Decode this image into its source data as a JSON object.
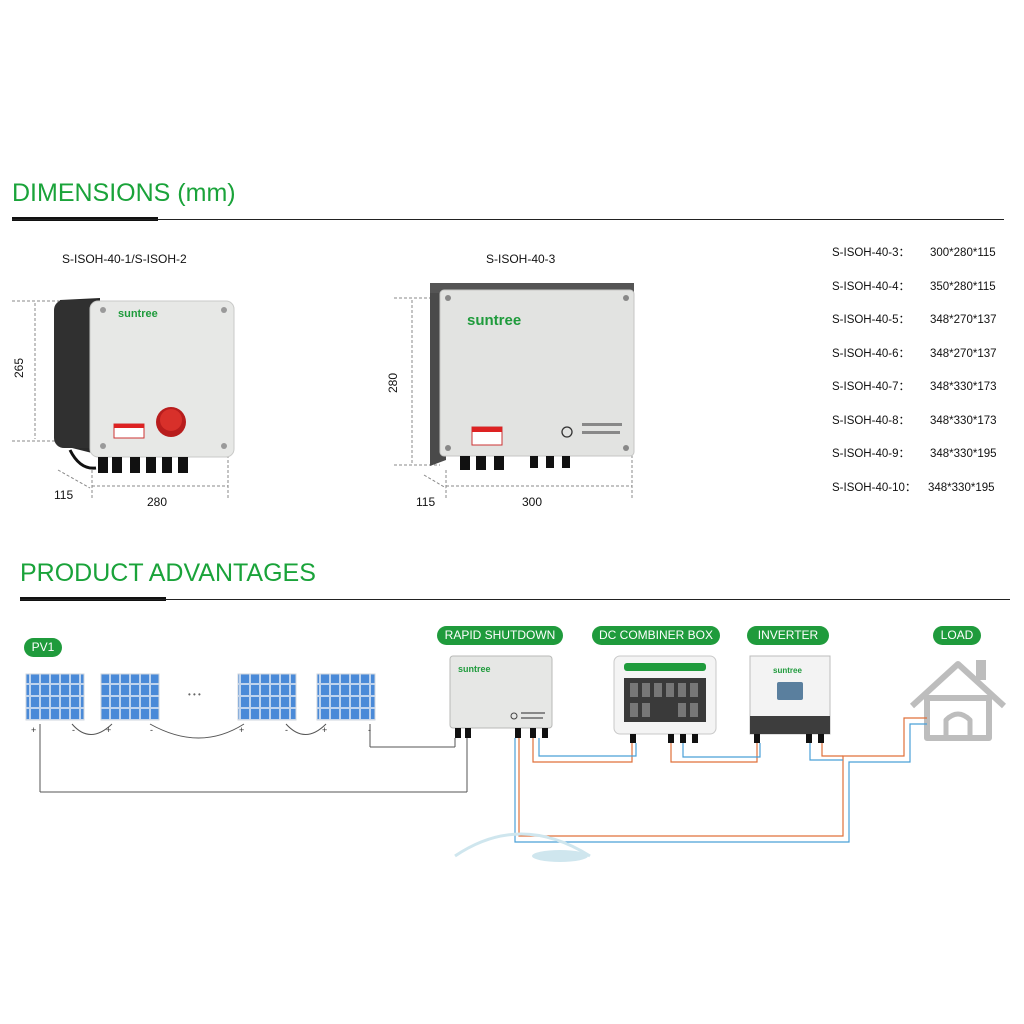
{
  "dimensions": {
    "title": "DIMENSIONS (mm)",
    "left_model": "S-ISOH-40-1/S-ISOH-2",
    "right_model": "S-ISOH-40-3",
    "left_height": "265",
    "left_depth": "115",
    "left_width": "280",
    "right_height": "280",
    "right_depth": "115",
    "right_width": "300",
    "brand": "suntree",
    "specs": [
      {
        "model": "S-ISOH-40-3：",
        "size": "300*280*115"
      },
      {
        "model": "S-ISOH-40-4：",
        "size": "350*280*115"
      },
      {
        "model": "S-ISOH-40-5：",
        "size": "348*270*137"
      },
      {
        "model": "S-ISOH-40-6：",
        "size": "348*270*137"
      },
      {
        "model": "S-ISOH-40-7：",
        "size": "348*330*173"
      },
      {
        "model": "S-ISOH-40-8：",
        "size": "348*330*173"
      },
      {
        "model": "S-ISOH-40-9：",
        "size": "348*330*195"
      },
      {
        "model": "S-ISOH-40-10：",
        "size": "348*330*195"
      }
    ]
  },
  "advantages": {
    "title": "PRODUCT ADVANTAGES",
    "pv_label": "PV1",
    "ellipsis": "• • •",
    "rapid_shutdown": "RAPID SHUTDOWN",
    "combiner_box": "DC COMBINER BOX",
    "inverter": "INVERTER",
    "load": "LOAD",
    "brand": "suntree"
  },
  "colors": {
    "accent": "#1aa33a",
    "pill": "#1f9b3c",
    "wire_orange": "#e0703a",
    "wire_blue": "#4aa0d8"
  }
}
